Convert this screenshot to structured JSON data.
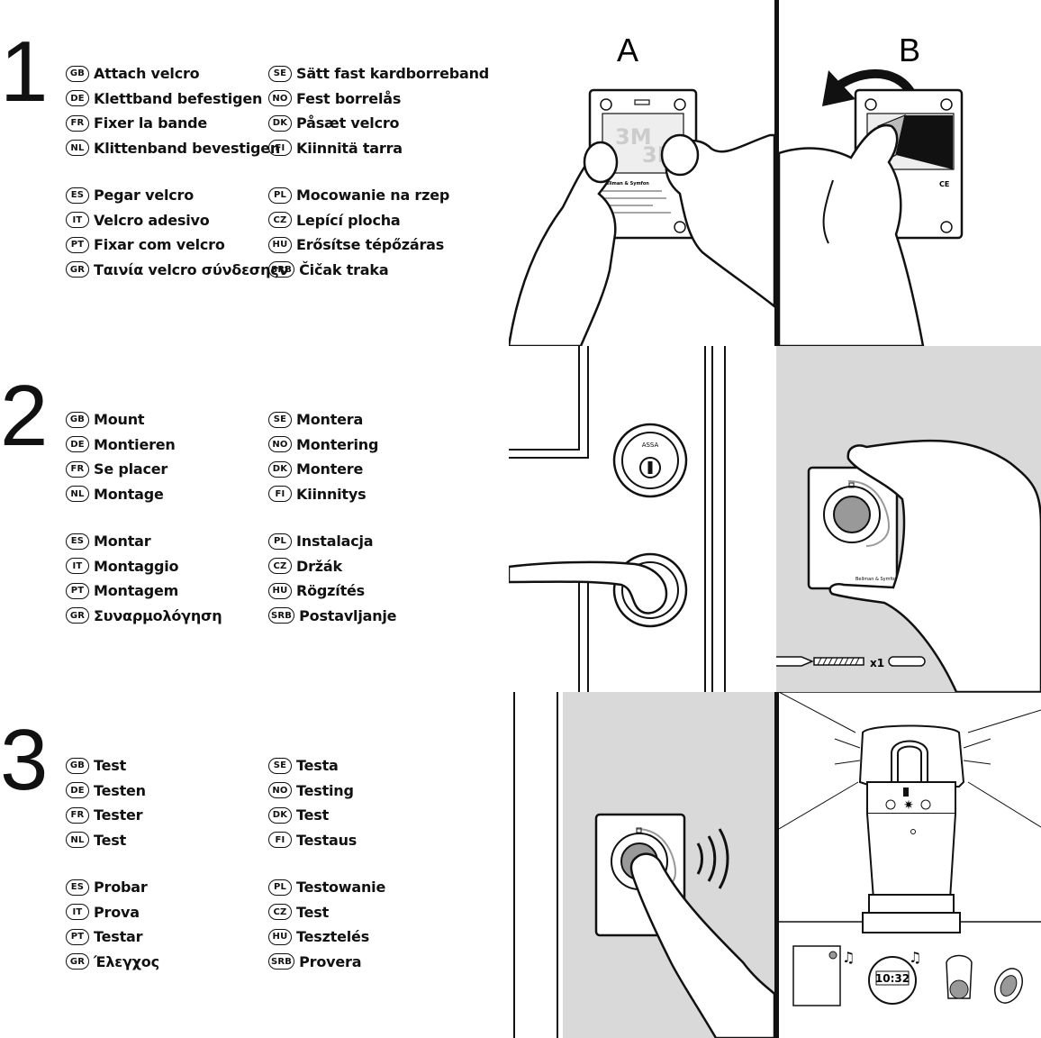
{
  "steps": [
    {
      "number": "1",
      "left_column": [
        {
          "code": "GB",
          "text": "Attach velcro"
        },
        {
          "code": "DE",
          "text": "Klettband befestigen"
        },
        {
          "code": "FR",
          "text": "Fixer la bande"
        },
        {
          "code": "NL",
          "text": "Klittenband bevestigen"
        },
        {
          "code": "ES",
          "text": "Pegar velcro"
        },
        {
          "code": "IT",
          "text": "Velcro adesivo"
        },
        {
          "code": "PT",
          "text": "Fixar com velcro"
        },
        {
          "code": "GR",
          "text": "Ταινία velcro σύνδεσηςν"
        }
      ],
      "right_column": [
        {
          "code": "SE",
          "text": "Sätt fast kardborreband"
        },
        {
          "code": "NO",
          "text": "Fest borrelås"
        },
        {
          "code": "DK",
          "text": "Påsæt velcro"
        },
        {
          "code": "FI",
          "text": "Kiinnitä tarra"
        },
        {
          "code": "PL",
          "text": "Mocowanie na rzep"
        },
        {
          "code": "CZ",
          "text": "Lepící plocha"
        },
        {
          "code": "HU",
          "text": "Erősítse tépőzáras"
        },
        {
          "code": "SRB",
          "text": "Čičak traka"
        }
      ]
    },
    {
      "number": "2",
      "left_column": [
        {
          "code": "GB",
          "text": "Mount"
        },
        {
          "code": "DE",
          "text": "Montieren"
        },
        {
          "code": "FR",
          "text": "Se placer"
        },
        {
          "code": "NL",
          "text": "Montage"
        },
        {
          "code": "ES",
          "text": "Montar"
        },
        {
          "code": "IT",
          "text": "Montaggio"
        },
        {
          "code": "PT",
          "text": "Montagem"
        },
        {
          "code": "GR",
          "text": "Συναρμολόγηση"
        }
      ],
      "right_column": [
        {
          "code": "SE",
          "text": "Montera"
        },
        {
          "code": "NO",
          "text": "Montering"
        },
        {
          "code": "DK",
          "text": "Montere"
        },
        {
          "code": "FI",
          "text": "Kiinnitys"
        },
        {
          "code": "PL",
          "text": "Instalacja"
        },
        {
          "code": "CZ",
          "text": "Držák"
        },
        {
          "code": "HU",
          "text": "Rögzítés"
        },
        {
          "code": "SRB",
          "text": "Postavljanje"
        }
      ]
    },
    {
      "number": "3",
      "left_column": [
        {
          "code": "GB",
          "text": "Test"
        },
        {
          "code": "DE",
          "text": "Testen"
        },
        {
          "code": "FR",
          "text": "Tester"
        },
        {
          "code": "NL",
          "text": "Test"
        },
        {
          "code": "ES",
          "text": "Probar"
        },
        {
          "code": "IT",
          "text": "Prova"
        },
        {
          "code": "PT",
          "text": "Testar"
        },
        {
          "code": "GR",
          "text": "Έλεγχος"
        }
      ],
      "right_column": [
        {
          "code": "SE",
          "text": "Testa"
        },
        {
          "code": "NO",
          "text": "Testing"
        },
        {
          "code": "DK",
          "text": "Test"
        },
        {
          "code": "FI",
          "text": "Testaus"
        },
        {
          "code": "PL",
          "text": "Testowanie"
        },
        {
          "code": "CZ",
          "text": "Test"
        },
        {
          "code": "HU",
          "text": "Tesztelés"
        },
        {
          "code": "SRB",
          "text": "Provera"
        }
      ]
    }
  ],
  "illustrations": {
    "panel_a_label": "A",
    "panel_b_label": "B",
    "lock_brand": "ASSA",
    "screw_quantity": "x1",
    "brand_name": "Bellman & Symfon",
    "clock_time": "10:32",
    "colors": {
      "ink": "#111111",
      "panel_gray": "#d9d9d9",
      "button_gray": "#999999"
    }
  }
}
